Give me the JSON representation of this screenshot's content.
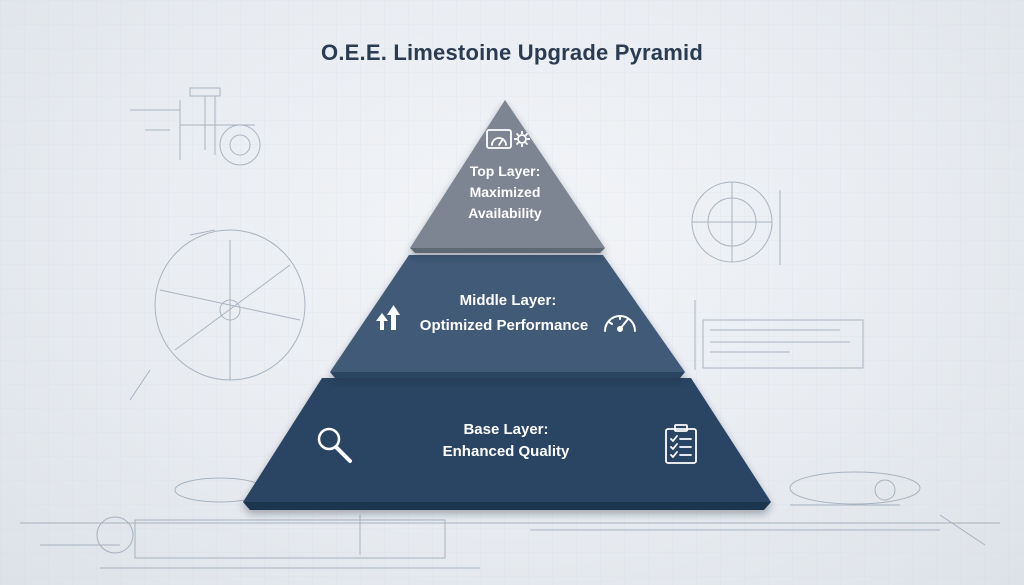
{
  "title": "O.E.E. Limestoine Upgrade Pyramid",
  "colors": {
    "top_layer": "#7c8591",
    "middle_layer": "#3f5a78",
    "base_layer": "#2b4563",
    "title": "#2a3b52"
  },
  "layers": [
    {
      "key": "top",
      "lines": [
        "Top Layer:",
        "Maximized",
        "Availability"
      ],
      "icons": [
        "gauge-icon",
        "gear-icon"
      ]
    },
    {
      "key": "middle",
      "lines": [
        "Middle Layer:",
        "Optimized Performance"
      ],
      "icons": [
        "arrows-up-icon",
        "speedometer-icon"
      ]
    },
    {
      "key": "base",
      "lines": [
        "Base Layer:",
        "Enhanced Quality"
      ],
      "icons": [
        "magnifier-icon",
        "checklist-icon"
      ]
    }
  ]
}
